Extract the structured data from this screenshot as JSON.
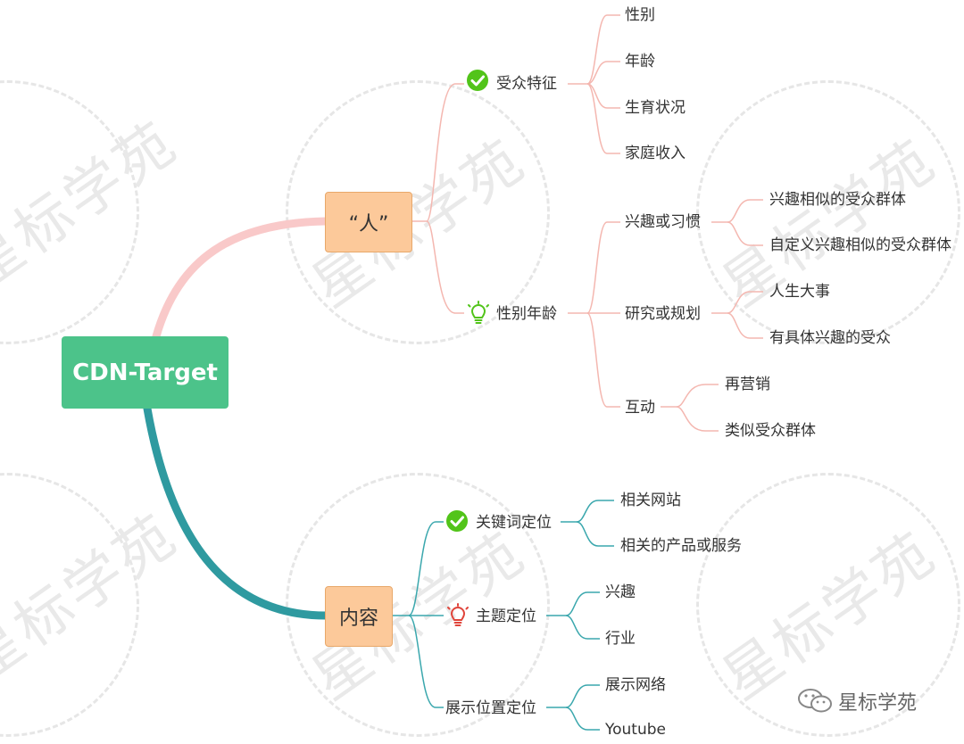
{
  "root": "CDN-Target",
  "branches": {
    "people": {
      "label": "“人”",
      "audience": {
        "label": "受众特征",
        "items": [
          "性别",
          "年龄",
          "生育状况",
          "家庭收入"
        ]
      },
      "gender_age": {
        "label": "性别年龄",
        "interest": {
          "label": "兴趣或习惯",
          "items": [
            "兴趣相似的受众群体",
            "自定义兴趣相似的受众群体"
          ]
        },
        "research": {
          "label": "研究或规划",
          "items": [
            "人生大事",
            "有具体兴趣的受众"
          ]
        },
        "interaction": {
          "label": "互动",
          "items": [
            "再营销",
            "类似受众群体"
          ]
        }
      }
    },
    "content": {
      "label": "内容",
      "keyword": {
        "label": "关键词定位",
        "items": [
          "相关网站",
          "相关的产品或服务"
        ]
      },
      "topic": {
        "label": "主题定位",
        "items": [
          "兴趣",
          "行业"
        ]
      },
      "placement": {
        "label": "展示位置定位",
        "items": [
          "展示网络",
          "Youtube"
        ]
      }
    }
  },
  "watermark": "星标学苑",
  "brand": "星标学苑",
  "colors": {
    "root": "#4cc38a",
    "box": "#fcc99a",
    "people_branch": "#f9c9c9",
    "content_branch": "#2f9aa0",
    "check": "#52c41a",
    "bulb_green": "#52c41a",
    "bulb_red": "#e0443a"
  }
}
